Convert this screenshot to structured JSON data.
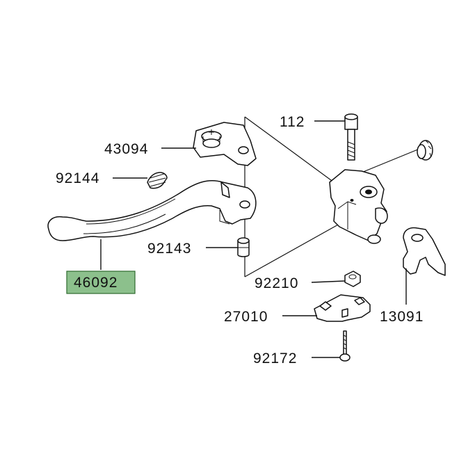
{
  "diagram": {
    "highlight_color": "#8cc08c",
    "line_color": "#111111",
    "parts": [
      {
        "id": "p112",
        "number": "112",
        "highlighted": false
      },
      {
        "id": "p43094",
        "number": "43094",
        "highlighted": false
      },
      {
        "id": "p92144",
        "number": "92144",
        "highlighted": false
      },
      {
        "id": "p92143",
        "number": "92143",
        "highlighted": false
      },
      {
        "id": "p46092",
        "number": "46092",
        "highlighted": true
      },
      {
        "id": "p92210",
        "number": "92210",
        "highlighted": false
      },
      {
        "id": "p27010",
        "number": "27010",
        "highlighted": false
      },
      {
        "id": "p13091",
        "number": "13091",
        "highlighted": false
      },
      {
        "id": "p92172",
        "number": "92172",
        "highlighted": false
      }
    ]
  }
}
